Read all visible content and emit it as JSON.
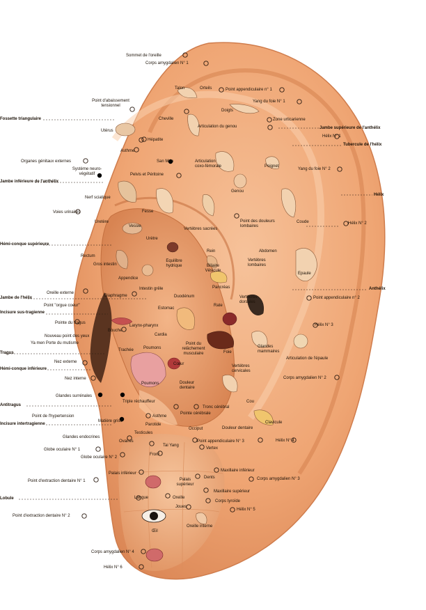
{
  "labels": {
    "sommet": "Sommet de l'oreille",
    "corps_amyg_1": "Corps amygdalien N° 1",
    "talon": "Talon",
    "orteils": "Orteils",
    "pt_append_1": "Point appendiculaire n° 1",
    "pt_abaiss": "Point d'abaissement tensionnel",
    "yang_foie_1": "Yang du foie N° 1",
    "doigts": "Doigts",
    "cheville": "Cheville",
    "zone_urtic": "Zone urticarienne",
    "fossette": "Fossette triangulaire",
    "art_genou": "Articulation du genou",
    "jambe_sup": "Jambe supérieure de l'anthélix",
    "uterus": "Utérus",
    "helix_1": "Hélix N° 1",
    "hepatite": "Hépatite",
    "tuberc": "Tubercule de l'hélix",
    "asthme_1": "Asthme",
    "organes_gen": "Organes génitaux externes",
    "san_men": "San Men",
    "art_coxo": "Articulation coxo-fémorale",
    "poignet": "Poignet",
    "systeme": "Système neuro-végétatif",
    "yang_foie_2": "Yang du foie N° 2",
    "pelvis": "Pelvis et Péritoine",
    "jambe_inf": "Jambe inférieure de l'anthélix",
    "genou": "Genou",
    "helix": "Hélix",
    "nerf": "Nerf sciatique",
    "voies_urin": "Voies urinaires",
    "fesse": "Fesse",
    "point_douleurs": "Point des douleurs lombaires",
    "ureter": "Uretère",
    "vessie": "Vessie",
    "vertebres_sacrees": "Vertèbres sacrées",
    "coude": "Coude",
    "helix_2": "Hélix N° 2",
    "hemi_sup": "Hémi-conque supérieure",
    "uretre": "Urètre",
    "rein": "Rein",
    "abdomen": "Abdomen",
    "rectum": "Rectum",
    "gros_intestin": "Gros intestin",
    "equilibre": "Equilibre hydrique",
    "vertebres_lomb": "Vertèbres lombaires",
    "epaule": "Epaule",
    "appendice": "Appendice",
    "grele": "Intestin grêle",
    "pancreas": "Pancréas",
    "biliaire": "Biliaire Vésicule",
    "anthelix": "Anthélix",
    "oreille_ext": "Oreille externe",
    "diaphragme": "Diaphragme",
    "duodenum": "Duodénum",
    "vertebres_dors": "Vertèbres dorsales",
    "pt_append_2": "Point appendiculaire n° 2",
    "jambe_helix": "Jambe de l'hélix",
    "pt_orgue": "Point \"orgue coeur\"",
    "rate": "Rate",
    "estomac": "Estomac",
    "incisure_sus": "Incisure sus-tragienne",
    "larynx": "Larynx-pharynx",
    "pt_tragus": "Pointe du tragus",
    "helix_3": "Hélix N° 3",
    "bouche": "Bouche",
    "cardia": "Cardia",
    "nouveau_pt": "Nouveau point des yeux",
    "yamen": "Ya men Porte du mutisme",
    "trachee": "Trachée",
    "poumons_1": "Poumons",
    "pt_relach": "Point du relâchement musculaire",
    "foie": "Foie",
    "glandes_mamm": "Glandes mammaires",
    "tragus": "Tragus",
    "art_epaule": "Articulation de l'épaule",
    "nez_ext": "Nez externe",
    "coeur": "Cœur",
    "hemi_inf": "Hémi-conque inférieure",
    "vertebres_cerv": "Vertèbres cervicales",
    "nez_int": "Nez interne",
    "poumons_2": "Poumons",
    "douleur_dent_1": "Douleur dentaire",
    "corps_amyg_2": "Corps amygdalien N° 2",
    "glandes_surr": "Glandes surrénales",
    "triple": "Triple réchauffeur",
    "tronc": "Tronc cérébral",
    "cou": "Cou",
    "antitragus": "Antitragus",
    "pointe_cereb": "Pointe cérébrale",
    "asthme_2": "Asthme",
    "clavicule": "Clavicule",
    "pt_hypert": "Point de l'hypertension",
    "matiere": "Matière grise",
    "parotide": "Parotide",
    "incisure_inter": "Incisure intertragienne",
    "occiput": "Occiput",
    "douleur_dent_2": "Douleur dentaire",
    "testicules": "Testicules",
    "glandes_endoc": "Glandes endocrines",
    "ovaires": "Ovaires",
    "pt_append_3": "Point appendiculaire N° 3",
    "helix_4": "Hélix N° 4",
    "tai_yang": "Tai Yang",
    "vertex": "Vertex",
    "globe_1": "Globe oculaire N° 1",
    "front": "Front",
    "globe_2": "Globe oculaire N° 2",
    "max_inf": "Maxillaire inférieur",
    "palais_inf": "Palais inférieur",
    "dents": "Dents",
    "corps_amyg_3": "Corps amygdalien N° 3",
    "pt_extract_1": "Point d'extraction dentaire N° 1",
    "palais_sup": "Palais supérieur",
    "max_sup": "Maxillaire supérieur",
    "lobule": "Lobule",
    "langue": "Langue",
    "oreille": "Oreille",
    "corps_thyr": "Corps tyroïde",
    "joues": "Joues",
    "helix_5": "Hélix N° 5",
    "pt_extract_2": "Point d'extraction dentaire N° 2",
    "oeil": "Œil",
    "oreille_int": "Oreille interne",
    "corps_amyg_4": "Corps amygdalien N° 4",
    "helix_6": "Hélix N° 6"
  },
  "colors": {
    "ear_skin": "#f0a978",
    "ear_shadow": "#d9804f",
    "ear_rim": "#e59466",
    "concha": "#e8975f",
    "marker_ring": "#2a1a10",
    "marker_fill": "#000000"
  }
}
